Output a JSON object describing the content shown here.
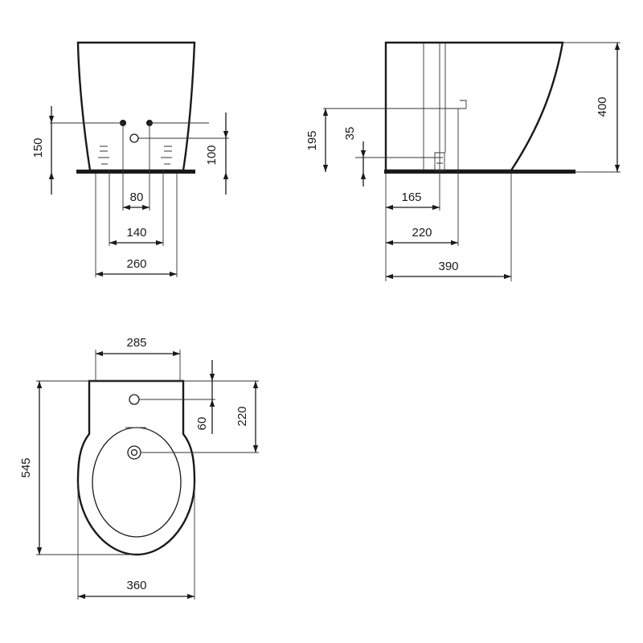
{
  "front_view": {
    "dimensions": [
      "150",
      "100",
      "80",
      "140",
      "260"
    ]
  },
  "side_view": {
    "dimensions": [
      "195",
      "35",
      "400",
      "165",
      "220",
      "390"
    ]
  },
  "top_view": {
    "dimensions": [
      "285",
      "60",
      "220",
      "545",
      "360"
    ]
  }
}
